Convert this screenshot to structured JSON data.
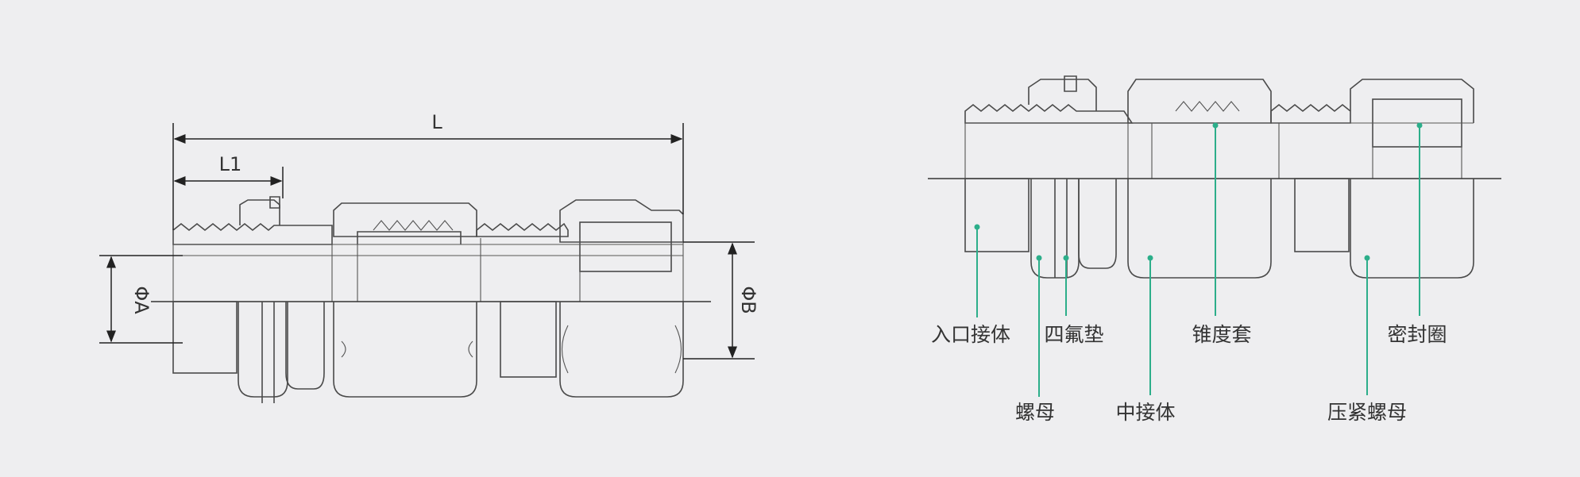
{
  "left_view": {
    "dimensions": {
      "overall_length": "L",
      "thread_length": "L1",
      "inner_diameter": "ΦA",
      "outer_diameter": "ΦB"
    }
  },
  "right_view": {
    "callouts": [
      {
        "id": "inlet-body",
        "label": "入口接体"
      },
      {
        "id": "ptfe-gasket",
        "label": "四氟垫"
      },
      {
        "id": "cone-sleeve",
        "label": "锥度套"
      },
      {
        "id": "seal-ring",
        "label": "密封圈"
      },
      {
        "id": "lock-nut",
        "label": "螺母"
      },
      {
        "id": "middle-body",
        "label": "中接体"
      },
      {
        "id": "compression-nut",
        "label": "压紧螺母"
      }
    ]
  },
  "colors": {
    "background": "#eeeef0",
    "outline": "#4a4a4a",
    "leader": "#2cae8a",
    "text": "#333333"
  }
}
